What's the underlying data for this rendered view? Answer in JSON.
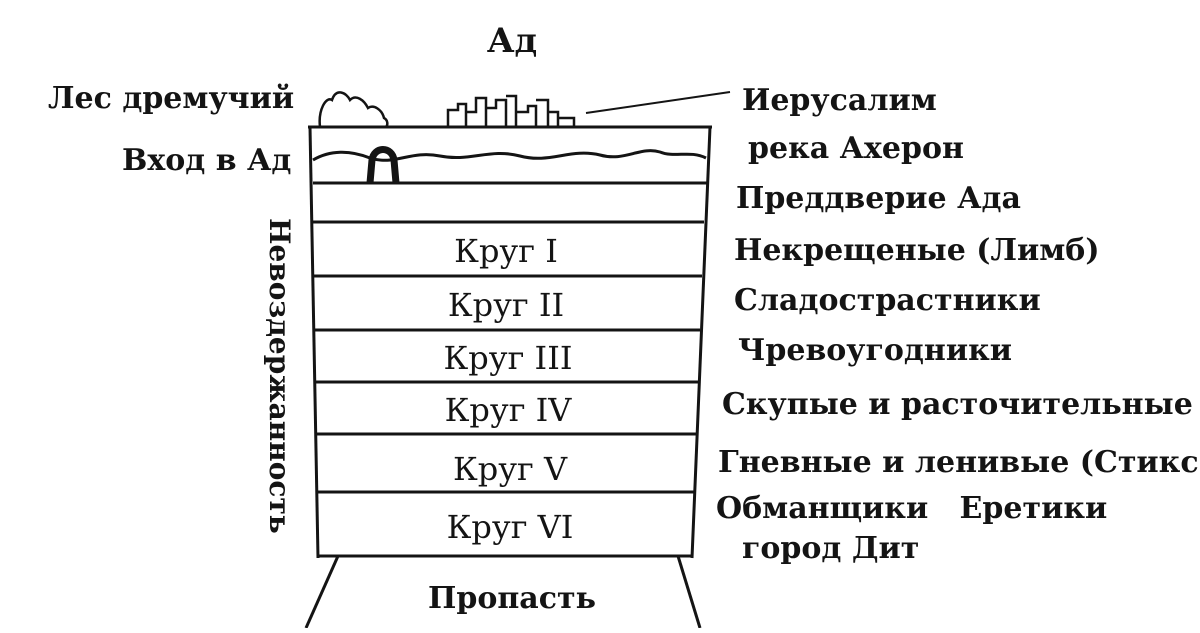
{
  "title": "Ад",
  "top_labels": {
    "forest": "Лес дремучий",
    "jerusalem": "Иерусалим",
    "entrance": "Вход в Ад",
    "acheron": "река Ахерон"
  },
  "vertical_label": "Невоздержанность",
  "levels": [
    {
      "circle": "",
      "description": "Преддверие Ада"
    },
    {
      "circle": "Круг I",
      "description": "Некрещеные (Лимб)"
    },
    {
      "circle": "Круг II",
      "description": "Сладострастники"
    },
    {
      "circle": "Круг III",
      "description": "Чревоугодники"
    },
    {
      "circle": "Круг IV",
      "description": "Скупые и расточительные"
    },
    {
      "circle": "Круг V",
      "description": "Гневные и ленивые (Стикс)"
    },
    {
      "circle": "Круг VI",
      "description": "Обманщики   Еретики"
    }
  ],
  "city_label": "город Дит",
  "abyss_label": "Пропасть",
  "colors": {
    "ink": "#141414",
    "background": "#ffffff"
  }
}
